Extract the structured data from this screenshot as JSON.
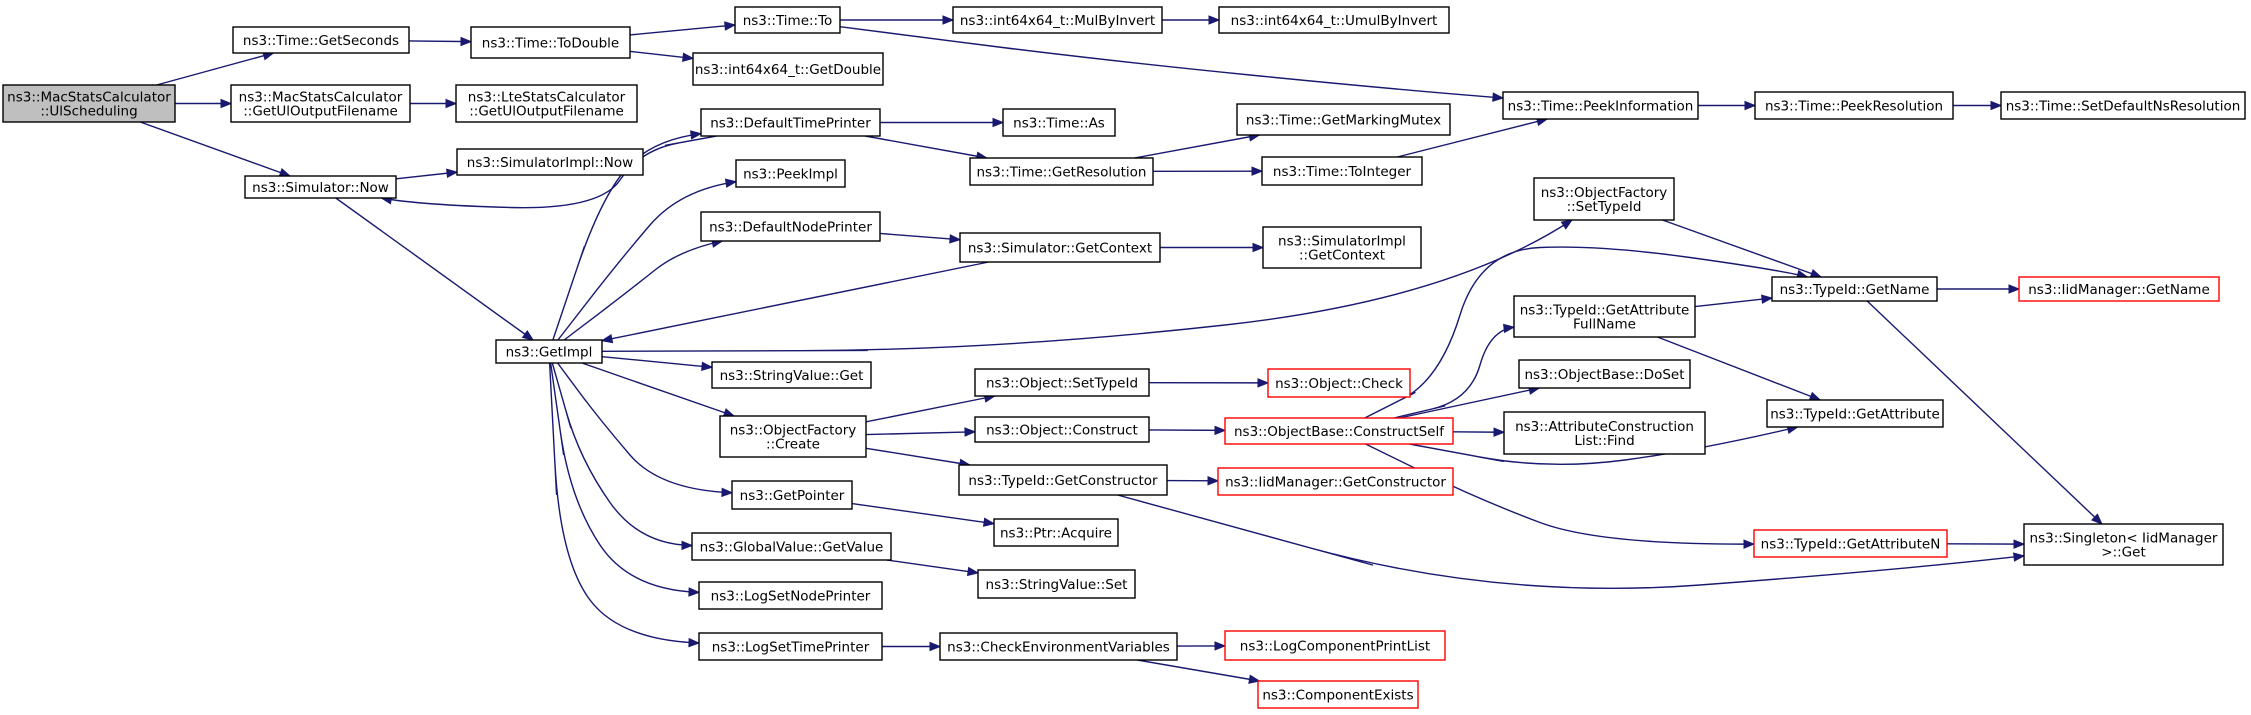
{
  "diagram": {
    "title": "",
    "nodes": [
      {
        "id": "root",
        "lines": [
          "ns3::MacStatsCalculator",
          "::UlScheduling"
        ],
        "style": "root"
      },
      {
        "id": "getSeconds",
        "lines": [
          "ns3::Time::GetSeconds"
        ]
      },
      {
        "id": "toDouble",
        "lines": [
          "ns3::Time::ToDouble"
        ]
      },
      {
        "id": "timeTo",
        "lines": [
          "ns3::Time::To"
        ]
      },
      {
        "id": "mulByInvert",
        "lines": [
          "ns3::int64x64_t::MulByInvert"
        ]
      },
      {
        "id": "umulByInvert",
        "lines": [
          "ns3::int64x64_t::UmulByInvert"
        ]
      },
      {
        "id": "getDouble",
        "lines": [
          "ns3::int64x64_t::GetDouble"
        ]
      },
      {
        "id": "macGetUl",
        "lines": [
          "ns3::MacStatsCalculator",
          "::GetUlOutputFilename"
        ]
      },
      {
        "id": "lteGetUl",
        "lines": [
          "ns3::LteStatsCalculator",
          "::GetUlOutputFilename"
        ]
      },
      {
        "id": "simNow",
        "lines": [
          "ns3::Simulator::Now"
        ]
      },
      {
        "id": "simImplNow",
        "lines": [
          "ns3::SimulatorImpl::Now"
        ]
      },
      {
        "id": "defTimePrinter",
        "lines": [
          "ns3::DefaultTimePrinter"
        ]
      },
      {
        "id": "timeAs",
        "lines": [
          "ns3::Time::As"
        ]
      },
      {
        "id": "getMarkingMutex",
        "lines": [
          "ns3::Time::GetMarkingMutex"
        ]
      },
      {
        "id": "getResolution",
        "lines": [
          "ns3::Time::GetResolution"
        ]
      },
      {
        "id": "toInteger",
        "lines": [
          "ns3::Time::ToInteger"
        ]
      },
      {
        "id": "peekInfo",
        "lines": [
          "ns3::Time::PeekInformation"
        ]
      },
      {
        "id": "peekRes",
        "lines": [
          "ns3::Time::PeekResolution"
        ]
      },
      {
        "id": "setDefNsRes",
        "lines": [
          "ns3::Time::SetDefaultNsResolution"
        ]
      },
      {
        "id": "peekImpl",
        "lines": [
          "ns3::PeekImpl"
        ]
      },
      {
        "id": "defNodePrinter",
        "lines": [
          "ns3::DefaultNodePrinter"
        ]
      },
      {
        "id": "simGetContext",
        "lines": [
          "ns3::Simulator::GetContext"
        ]
      },
      {
        "id": "simImplGetContext",
        "lines": [
          "ns3::SimulatorImpl",
          "::GetContext"
        ]
      },
      {
        "id": "getImpl",
        "lines": [
          "ns3::GetImpl"
        ]
      },
      {
        "id": "ofSetTypeId",
        "lines": [
          "ns3::ObjectFactory",
          "::SetTypeId"
        ]
      },
      {
        "id": "tidGetName",
        "lines": [
          "ns3::TypeId::GetName"
        ]
      },
      {
        "id": "iidGetName",
        "lines": [
          "ns3::IidManager::GetName"
        ],
        "style": "red"
      },
      {
        "id": "tidGetAttrFull",
        "lines": [
          "ns3::TypeId::GetAttribute",
          "FullName"
        ]
      },
      {
        "id": "stringValueGet",
        "lines": [
          "ns3::StringValue::Get"
        ]
      },
      {
        "id": "objSetTypeId",
        "lines": [
          "ns3::Object::SetTypeId"
        ]
      },
      {
        "id": "objCheck",
        "lines": [
          "ns3::Object::Check"
        ],
        "style": "red"
      },
      {
        "id": "objBaseDoSet",
        "lines": [
          "ns3::ObjectBase::DoSet"
        ]
      },
      {
        "id": "ofCreate",
        "lines": [
          "ns3::ObjectFactory",
          "::Create"
        ]
      },
      {
        "id": "objConstruct",
        "lines": [
          "ns3::Object::Construct"
        ]
      },
      {
        "id": "objBaseConstructSelf",
        "lines": [
          "ns3::ObjectBase::ConstructSelf"
        ],
        "style": "red"
      },
      {
        "id": "attrConstrFind",
        "lines": [
          "ns3::AttributeConstruction",
          "List::Find"
        ]
      },
      {
        "id": "tidGetAttr",
        "lines": [
          "ns3::TypeId::GetAttribute"
        ]
      },
      {
        "id": "tidGetConstructor",
        "lines": [
          "ns3::TypeId::GetConstructor"
        ]
      },
      {
        "id": "iidGetConstructor",
        "lines": [
          "ns3::IidManager::GetConstructor"
        ],
        "style": "red"
      },
      {
        "id": "getPointer",
        "lines": [
          "ns3::GetPointer"
        ]
      },
      {
        "id": "ptrAcquire",
        "lines": [
          "ns3::Ptr::Acquire"
        ]
      },
      {
        "id": "tidGetAttrN",
        "lines": [
          "ns3::TypeId::GetAttributeN"
        ],
        "style": "red"
      },
      {
        "id": "singletonGet",
        "lines": [
          "ns3::Singleton< IidManager",
          ">::Get"
        ]
      },
      {
        "id": "gvGetValue",
        "lines": [
          "ns3::GlobalValue::GetValue"
        ]
      },
      {
        "id": "stringValueSet",
        "lines": [
          "ns3::StringValue::Set"
        ]
      },
      {
        "id": "logSetNodePrinter",
        "lines": [
          "ns3::LogSetNodePrinter"
        ]
      },
      {
        "id": "logSetTimePrinter",
        "lines": [
          "ns3::LogSetTimePrinter"
        ]
      },
      {
        "id": "checkEnvVars",
        "lines": [
          "ns3::CheckEnvironmentVariables"
        ]
      },
      {
        "id": "logCompPrintList",
        "lines": [
          "ns3::LogComponentPrintList"
        ],
        "style": "red"
      },
      {
        "id": "componentExists",
        "lines": [
          "ns3::ComponentExists"
        ],
        "style": "red"
      }
    ],
    "edges": [
      [
        "root",
        "getSeconds"
      ],
      [
        "root",
        "macGetUl"
      ],
      [
        "root",
        "simNow"
      ],
      [
        "getSeconds",
        "toDouble"
      ],
      [
        "toDouble",
        "timeTo"
      ],
      [
        "toDouble",
        "getDouble"
      ],
      [
        "timeTo",
        "mulByInvert"
      ],
      [
        "timeTo",
        "peekInfo"
      ],
      [
        "mulByInvert",
        "umulByInvert"
      ],
      [
        "macGetUl",
        "lteGetUl"
      ],
      [
        "simNow",
        "simImplNow"
      ],
      [
        "simNow",
        "getImpl"
      ],
      [
        "defTimePrinter",
        "timeAs"
      ],
      [
        "defTimePrinter",
        "getResolution"
      ],
      [
        "defTimePrinter",
        "simNow"
      ],
      [
        "getResolution",
        "getMarkingMutex"
      ],
      [
        "getResolution",
        "toInteger"
      ],
      [
        "toInteger",
        "peekInfo"
      ],
      [
        "peekInfo",
        "peekRes"
      ],
      [
        "peekRes",
        "setDefNsRes"
      ],
      [
        "defNodePrinter",
        "simGetContext"
      ],
      [
        "simGetContext",
        "simImplGetContext"
      ],
      [
        "simGetContext",
        "getImpl"
      ],
      [
        "getImpl",
        "defTimePrinter"
      ],
      [
        "getImpl",
        "peekImpl"
      ],
      [
        "getImpl",
        "defNodePrinter"
      ],
      [
        "getImpl",
        "ofSetTypeId"
      ],
      [
        "getImpl",
        "stringValueGet"
      ],
      [
        "getImpl",
        "ofCreate"
      ],
      [
        "getImpl",
        "getPointer"
      ],
      [
        "getImpl",
        "gvGetValue"
      ],
      [
        "getImpl",
        "logSetNodePrinter"
      ],
      [
        "getImpl",
        "logSetTimePrinter"
      ],
      [
        "ofSetTypeId",
        "tidGetName"
      ],
      [
        "tidGetName",
        "iidGetName"
      ],
      [
        "tidGetName",
        "singletonGet"
      ],
      [
        "tidGetAttrFull",
        "tidGetName"
      ],
      [
        "tidGetAttrFull",
        "tidGetAttr"
      ],
      [
        "ofCreate",
        "objSetTypeId"
      ],
      [
        "ofCreate",
        "objConstruct"
      ],
      [
        "ofCreate",
        "tidGetConstructor"
      ],
      [
        "objSetTypeId",
        "objCheck"
      ],
      [
        "objConstruct",
        "objBaseConstructSelf"
      ],
      [
        "objBaseConstructSelf",
        "tidGetName"
      ],
      [
        "objBaseConstructSelf",
        "tidGetAttrFull"
      ],
      [
        "objBaseConstructSelf",
        "objBaseDoSet"
      ],
      [
        "objBaseConstructSelf",
        "attrConstrFind"
      ],
      [
        "objBaseConstructSelf",
        "tidGetAttr"
      ],
      [
        "objBaseConstructSelf",
        "tidGetAttrN"
      ],
      [
        "tidGetConstructor",
        "iidGetConstructor"
      ],
      [
        "tidGetConstructor",
        "singletonGet"
      ],
      [
        "tidGetAttrN",
        "singletonGet"
      ],
      [
        "getPointer",
        "ptrAcquire"
      ],
      [
        "gvGetValue",
        "stringValueSet"
      ],
      [
        "logSetTimePrinter",
        "checkEnvVars"
      ],
      [
        "checkEnvVars",
        "logCompPrintList"
      ],
      [
        "checkEnvVars",
        "componentExists"
      ]
    ],
    "colors": {
      "edge": "#191970",
      "node_border": "#000000",
      "root_fill": "#bfbfbf",
      "incomplete_border": "#ff0000"
    }
  }
}
